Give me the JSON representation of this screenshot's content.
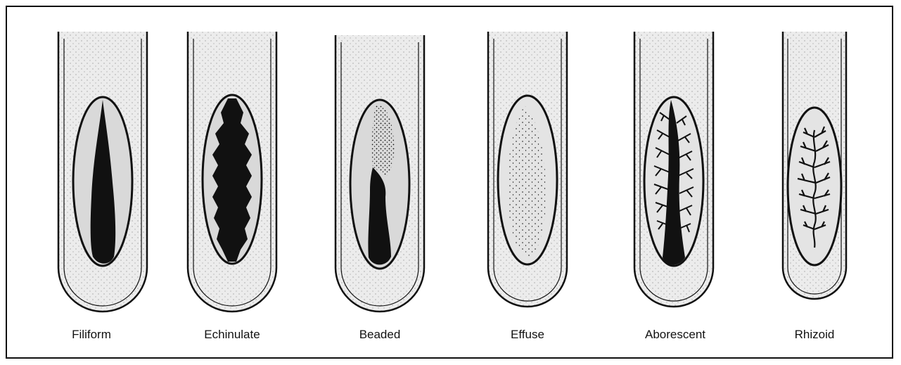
{
  "tubes": [
    {
      "label": "Filiform",
      "pattern": "filiform",
      "icon": "test-tube-icon"
    },
    {
      "label": "Echinulate",
      "pattern": "echinulate",
      "icon": "test-tube-icon"
    },
    {
      "label": "Beaded",
      "pattern": "beaded",
      "icon": "test-tube-icon"
    },
    {
      "label": "Effuse",
      "pattern": "effuse",
      "icon": "test-tube-icon"
    },
    {
      "label": "Aborescent",
      "pattern": "arborescent",
      "icon": "test-tube-icon"
    },
    {
      "label": "Rhizoid",
      "pattern": "rhizoid",
      "icon": "test-tube-icon"
    }
  ],
  "colors": {
    "ink": "#111111",
    "slant": "#d9d9d9",
    "agar": "#e4e4e4"
  }
}
